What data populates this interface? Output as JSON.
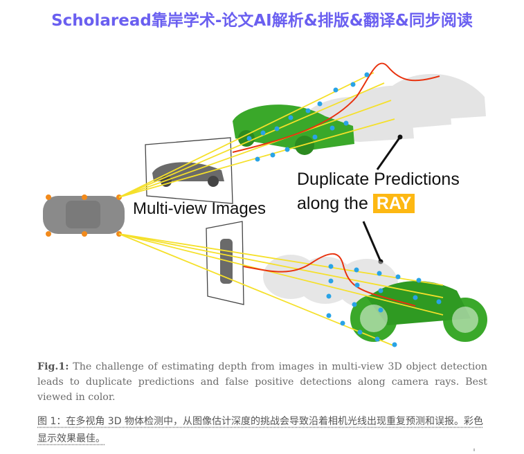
{
  "banner": {
    "title": "Scholaread靠岸学术-论文AI解析&排版&翻译&同步阅读",
    "color": "#6a5ff0"
  },
  "figure": {
    "labels": {
      "multi_view": "Multi-view Images",
      "duplicate_line1": "Duplicate Predictions",
      "duplicate_line2_prefix": "along the",
      "ray_badge": "RAY"
    },
    "colors": {
      "ray_badge": "#fdb813",
      "prediction_green": "#3aa82a",
      "ray_yellow": "#f5e02a",
      "depth_curve": "#e8320e",
      "point_blue": "#29a3e6",
      "camera_orange": "#f28a1c"
    }
  },
  "caption": {
    "label": "Fig.1:",
    "text": " The challenge of estimating depth from images in multi-view 3D object detection leads to duplicate predictions and false positive detections along camera rays. Best viewed in color."
  },
  "translation": {
    "text": "图 1：在多视角 3D 物体检测中，从图像估计深度的挑战会导致沿着相机光线出现重复预测和误报。彩色显示效果最佳。"
  }
}
